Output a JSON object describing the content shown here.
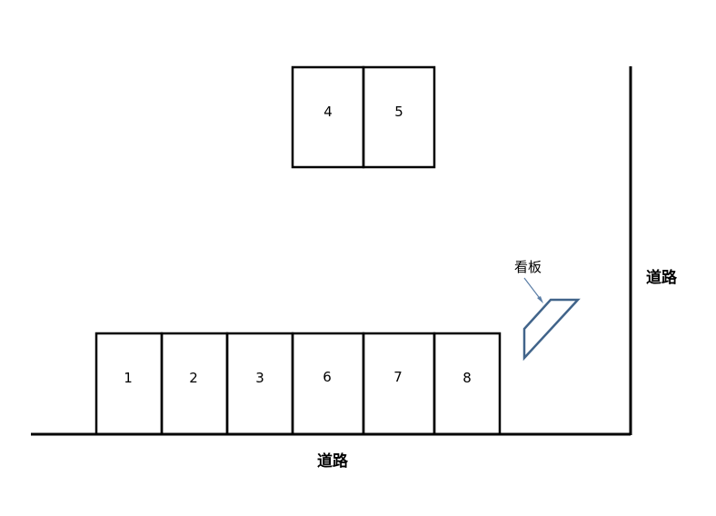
{
  "upper_slots": [
    {
      "label": "4"
    },
    {
      "label": "5"
    }
  ],
  "lower_slots": [
    {
      "label": "1"
    },
    {
      "label": "2"
    },
    {
      "label": "3"
    },
    {
      "label": "6"
    },
    {
      "label": "7"
    },
    {
      "label": "8"
    }
  ],
  "roads": {
    "bottom_label": "道路",
    "right_label": "道路"
  },
  "sign": {
    "label": "看板",
    "color": "#41648a"
  },
  "colors": {
    "line": "#000000",
    "background": "#ffffff"
  }
}
